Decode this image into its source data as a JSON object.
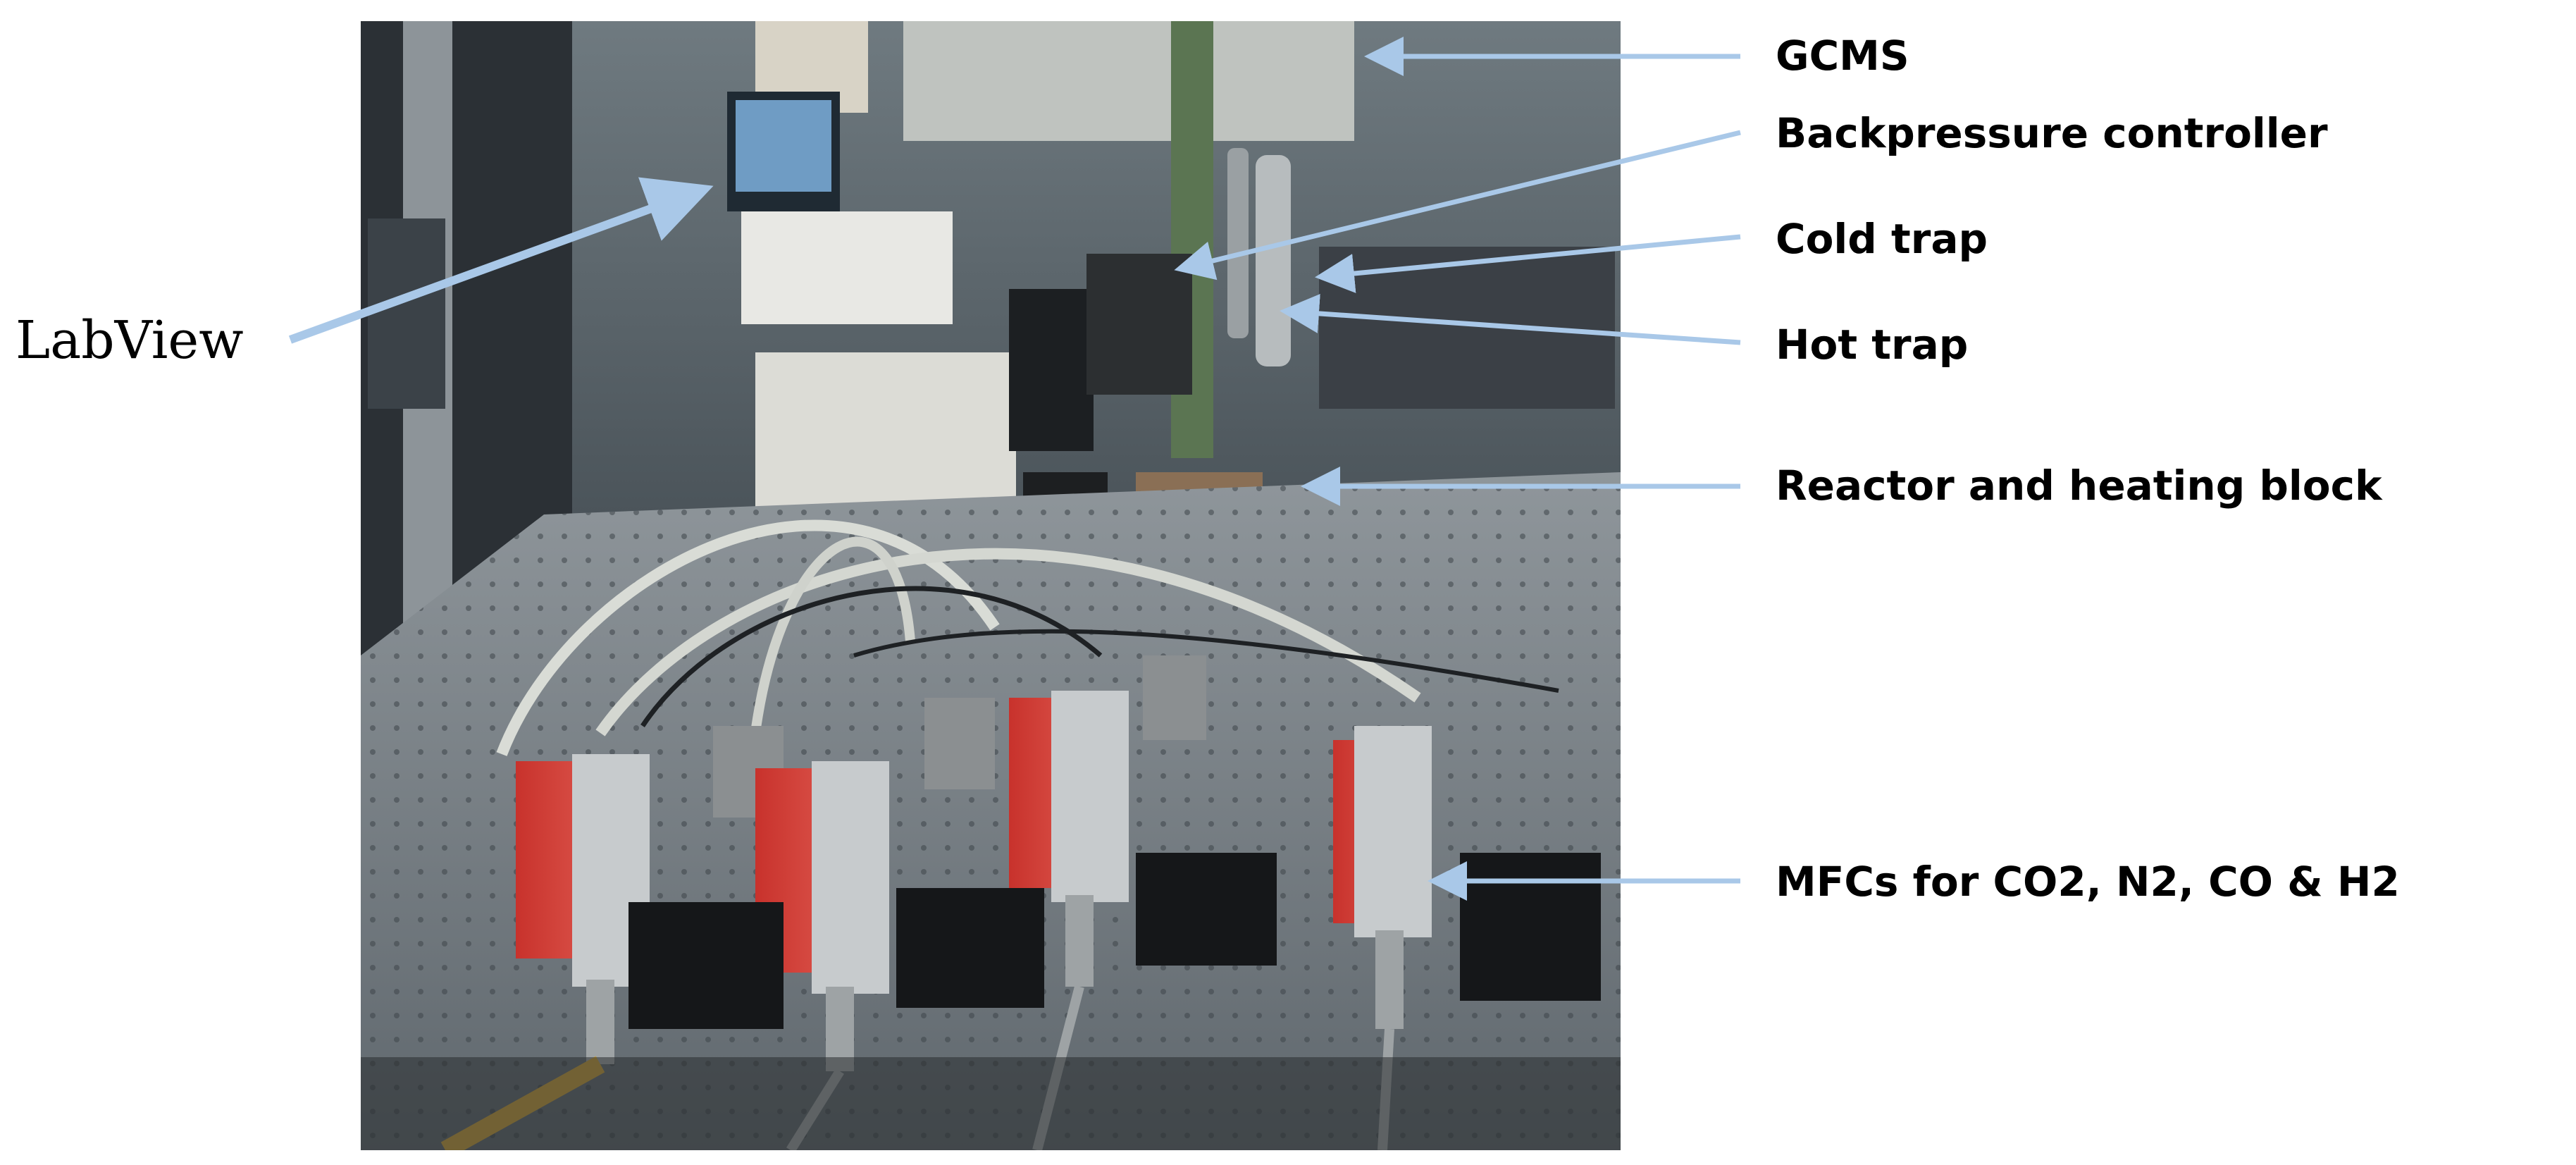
{
  "labels": {
    "labview": "LabView",
    "gcms": "GCMS",
    "backpressure": "Backpressure controller",
    "cold_trap": "Cold trap",
    "hot_trap": "Hot trap",
    "reactor": "Reactor and heating block",
    "mfcs": "MFCs for CO2, N2, CO & H2"
  },
  "colors": {
    "arrow": "#a9c8e8",
    "background": "#ffffff"
  }
}
